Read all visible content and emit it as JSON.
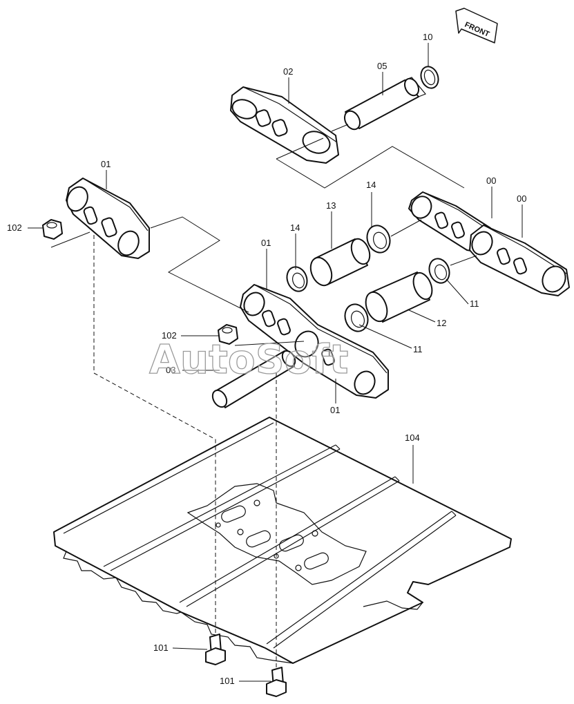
{
  "front_marker": "FRONT",
  "watermark": "AutoSoft",
  "labels": {
    "l00a": "00",
    "l00b": "00",
    "l01a": "01",
    "l01b": "01",
    "l01c": "01",
    "l02": "02",
    "l03": "03",
    "l05": "05",
    "l10": "10",
    "l11a": "11",
    "l11b": "11",
    "l12": "12",
    "l13": "13",
    "l14a": "14",
    "l14b": "14",
    "l101a": "101",
    "l101b": "101",
    "l102a": "102",
    "l102b": "102",
    "l104": "104"
  }
}
